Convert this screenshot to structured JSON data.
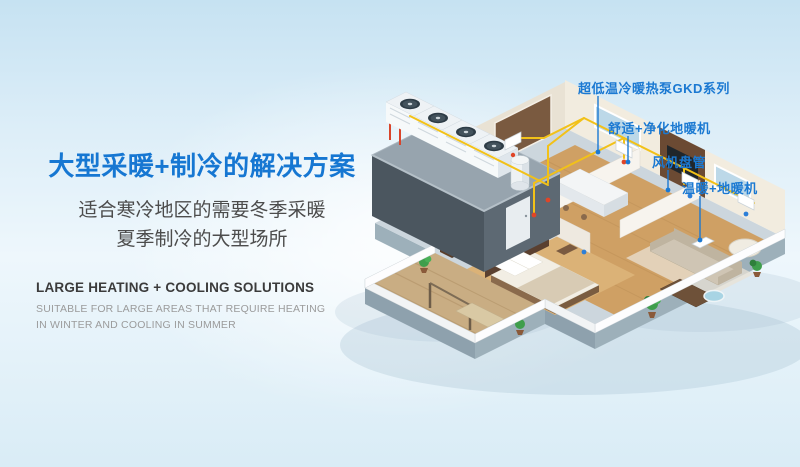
{
  "page": {
    "background_top": "#c6e2f2",
    "background_bottom": "#d9ecf6"
  },
  "intro": {
    "title": "大型采暖+制冷的解决方案",
    "subtitle_lines": [
      "适合寒冷地区的需要冬季采暖",
      "夏季制冷的大型场所"
    ],
    "en_title": "LARGE HEATING + COOLING SOLUTIONS",
    "en_lines": [
      "SUITABLE FOR LARGE AREAS THAT REQUIRE HEATING",
      "IN WINTER AND COOLING IN SUMMER"
    ],
    "title_color": "#1677d2",
    "subtitle_color": "#4c4c4c",
    "en_title_color": "#3b3b3b",
    "en_text_color": "#9b9b9b"
  },
  "callouts": [
    {
      "label": "超低温冷暖热泵GKD系列"
    },
    {
      "label": "舒适+净化地暖机"
    },
    {
      "label": "风机盘管"
    },
    {
      "label": "温暖+地暖机"
    }
  ],
  "illustration": {
    "name": "isometric-house-heating-cutaway",
    "colors": {
      "callout_blue": "#1b79d2",
      "pipe_yellow": "#f2c118",
      "hot_red": "#e04527",
      "cold_blue": "#2d7fd8"
    }
  }
}
